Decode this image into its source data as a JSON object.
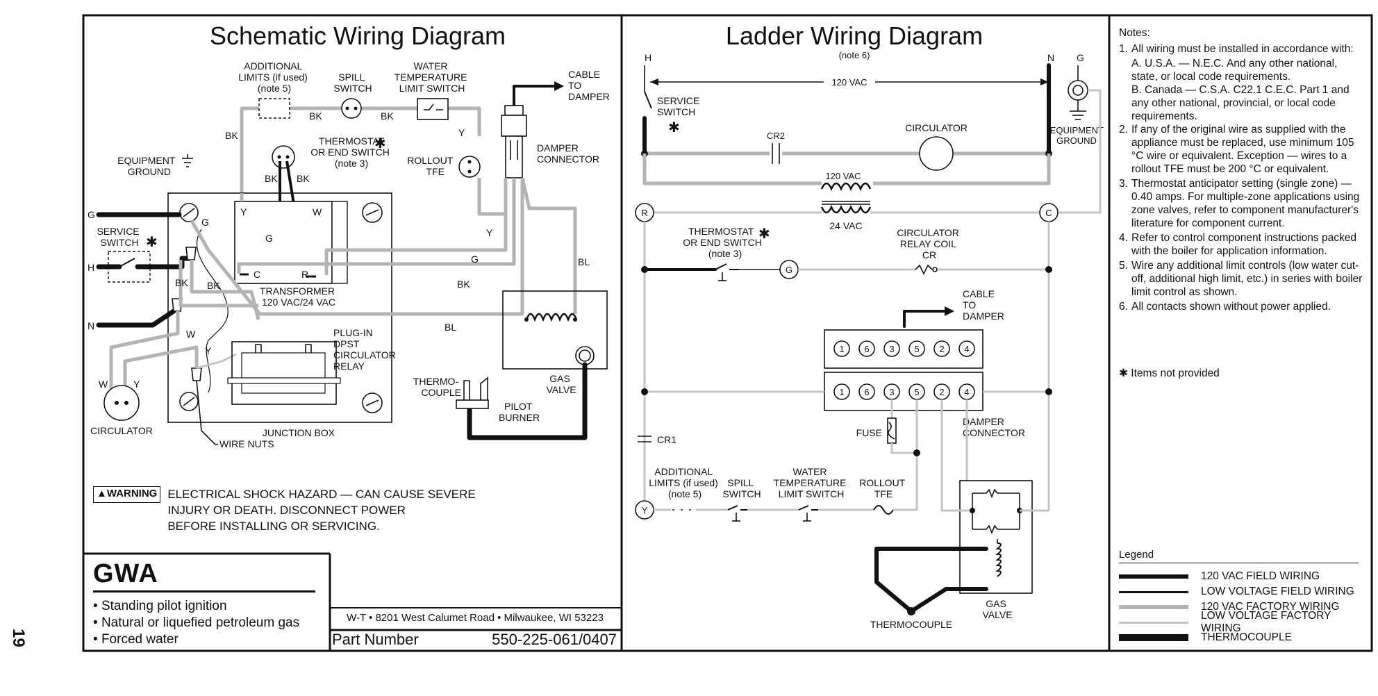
{
  "page_number": "19",
  "schematic": {
    "title": "Schematic Wiring Diagram",
    "labels": {
      "additional_limits": [
        "ADDITIONAL",
        "LIMITS (if used)",
        "(note 5)"
      ],
      "spill_switch": [
        "SPILL",
        "SWITCH"
      ],
      "water_temp_limit": [
        "WATER",
        "TEMPERATURE",
        "LIMIT SWITCH"
      ],
      "cable_to_damper": [
        "CABLE",
        "TO",
        "DAMPER"
      ],
      "thermostat": [
        "THERMOSTAT",
        "OR END SWITCH",
        "(note 3)"
      ],
      "rollout_tfe": [
        "ROLLOUT",
        "TFE"
      ],
      "damper_connector": [
        "DAMPER",
        "CONNECTOR"
      ],
      "equipment_ground": [
        "EQUIPMENT",
        "GROUND"
      ],
      "service_switch": [
        "SERVICE",
        "SWITCH"
      ],
      "transformer": [
        "TRANSFORMER",
        "120 VAC/24 VAC"
      ],
      "plug_in_relay": [
        "PLUG-IN",
        "DPST",
        "CIRCULATOR",
        "RELAY"
      ],
      "thermocouple": [
        "THERMO-",
        "COUPLE"
      ],
      "pilot_burner": [
        "PILOT",
        "BURNER"
      ],
      "gas_valve": [
        "GAS",
        "VALVE"
      ],
      "circulator": "CIRCULATOR",
      "wire_nuts": "WIRE NUTS",
      "junction_box": "JUNCTION BOX",
      "wire_bk": "BK",
      "wire_y": "Y",
      "wire_g": "G",
      "wire_bl": "BL",
      "wire_w": "W",
      "term_h": "H",
      "term_n": "N",
      "term_c": "C",
      "term_r": "R"
    },
    "warning_badge": "▲WARNING",
    "warning_lines": [
      "ELECTRICAL SHOCK HAZARD — CAN CAUSE SEVERE",
      "INJURY OR DEATH.  DISCONNECT POWER",
      "BEFORE INSTALLING OR SERVICING."
    ]
  },
  "ladder": {
    "title": "Ladder Wiring Diagram",
    "labels": {
      "note6": "(note 6)",
      "vac120": "120 VAC",
      "vac24": "24 VAC",
      "service_switch": [
        "SERVICE",
        "SWITCH"
      ],
      "cr2": "CR2",
      "circulator": "CIRCULATOR",
      "equipment_ground": [
        "EQUIPMENT",
        "GROUND"
      ],
      "thermostat": [
        "THERMOSTAT",
        "OR END SWITCH",
        "(note 3)"
      ],
      "relay_coil": [
        "CIRCULATOR",
        "RELAY COIL",
        "CR"
      ],
      "cable_to_damper": [
        "CABLE",
        "TO",
        "DAMPER"
      ],
      "cr1": "CR1",
      "fuse": "FUSE",
      "damper_connector": [
        "DAMPER",
        "CONNECTOR"
      ],
      "additional_limits": [
        "ADDITIONAL",
        "LIMITS (if used)",
        "(note 5)"
      ],
      "spill_switch": [
        "SPILL",
        "SWITCH"
      ],
      "water_temp_limit": [
        "WATER",
        "TEMPERATURE",
        "LIMIT SWITCH"
      ],
      "rollout_tfe": [
        "ROLLOUT",
        "TFE"
      ],
      "thermocouple": "THERMOCOUPLE",
      "gas_valve": [
        "GAS",
        "VALVE"
      ],
      "node_h": "H",
      "node_n": "N",
      "node_g": "G",
      "node_r": "R",
      "node_c": "C",
      "node_y": "Y"
    },
    "connector_pins": [
      "1",
      "6",
      "3",
      "5",
      "2",
      "4"
    ]
  },
  "notes": {
    "heading": "Notes:",
    "items": [
      {
        "num": "1.",
        "text": "All wiring must be installed in accordance with:",
        "subs": [
          "A. U.S.A. — N.E.C. And any other national, state, or local code requirements.",
          "B. Canada — C.S.A. C22.1 C.E.C. Part 1 and any other national, provincial, or local code requirements."
        ]
      },
      {
        "num": "2.",
        "text": "If any of the original wire as supplied with the appliance must be replaced, use minimum 105 °C wire or equivalent. Exception — wires to a rollout TFE must be 200 °C or equivalent.",
        "subs": []
      },
      {
        "num": "3.",
        "text": "Thermostat anticipator setting (single zone) — 0.40 amps. For multiple-zone applications using zone valves, refer to component manufacturer's literature for component current.",
        "subs": []
      },
      {
        "num": "4.",
        "text": "Refer to control component instructions packed with the boiler for application information.",
        "subs": []
      },
      {
        "num": "5.",
        "text": "Wire any additional limit controls (low water cut-off, additional high limit, etc.) in series with boiler limit control as shown.",
        "subs": []
      },
      {
        "num": "6.",
        "text": "All contacts shown without power applied.",
        "subs": []
      }
    ],
    "not_provided": "✱ Items not provided"
  },
  "legend": {
    "heading": "Legend",
    "rows": [
      {
        "label": "120 VAC FIELD WIRING",
        "color": "#111111",
        "weight": 6
      },
      {
        "label": "LOW VOLTAGE FIELD WIRING",
        "color": "#111111",
        "weight": 3
      },
      {
        "label": "120 VAC FACTORY WIRING",
        "color": "#b4b4b4",
        "weight": 6
      },
      {
        "label": "LOW VOLTAGE FACTORY WIRING",
        "color": "#c4c4c4",
        "weight": 3
      },
      {
        "label": "THERMOCOUPLE",
        "color": "#111111",
        "weight": 10
      }
    ]
  },
  "product": {
    "name": "GWA",
    "bullets": [
      "Standing pilot ignition",
      "Natural or liquefied petroleum gas",
      "Forced water"
    ],
    "address": "W-T • 8201 West Calumet Road • Milwaukee, WI 53223",
    "part_number_label": "Part Number",
    "part_number": "550-225-061/0407"
  }
}
